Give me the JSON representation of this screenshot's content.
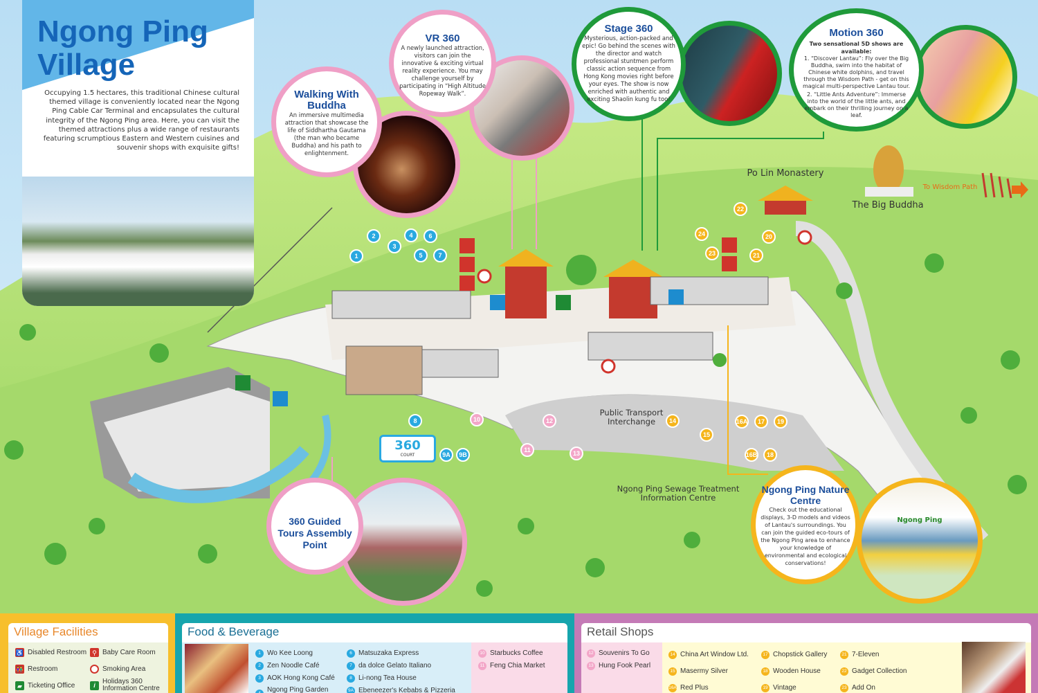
{
  "intro": {
    "title": "Ngong Ping Village",
    "text": "Occupying 1.5 hectares, this traditional Chinese cultural themed village is conveniently located near the Ngong Ping Cable Car Terminal and encapsulates the cultural integrity of the Ngong Ping area. Here, you can visit the themed attractions plus a wide range of restaurants featuring scrumptious Eastern and Western cuisines and souvenir shops with exquisite gifts!"
  },
  "attractions": {
    "walking": {
      "title": "Walking With Buddha",
      "text": "An immersive multimedia attraction that showcase the life of Siddhartha Gautama (the man who became Buddha) and his path to enlightenment."
    },
    "vr": {
      "title": "VR 360",
      "text": "A newly launched attraction, visitors can join the innovative & exciting virtual reality experience. You may challenge yourself by participating in “High Altitude Ropeway Walk”."
    },
    "stage": {
      "title": "Stage 360",
      "text": "Mysterious, action-packed and epic! Go behind the scenes with the director and watch professional stuntmen perform classic action sequence from Hong Kong movies right before your eyes. The show is now enriched with authentic and exciting Shaolin kung fu too!"
    },
    "motion": {
      "title": "Motion 360",
      "intro": "Two sensational 5D shows are available:",
      "item1": "1. “Discover Lantau”: Fly over the Big Buddha, swim into the habitat of Chinese white dolphins, and travel through the Wisdom Path - get on this magical multi-perspective Lantau tour.",
      "item2": "2. “Little Ants Adventure”: Immerse into the world of the little ants, and embark on their thrilling journey on a leaf."
    },
    "tours": {
      "title": "360 Guided Tours Assembly Point"
    },
    "nature": {
      "title": "Ngong Ping Nature Centre",
      "text": "Check out the educational displays, 3-D models and videos of Lantau's surroundings. You can join the guided eco-tours of the Ngong Ping area to enhance your knowledge of environmental and ecological conservations!",
      "photo_sign": "Ngong Ping"
    }
  },
  "labels": {
    "transport": "Public Transport Interchange",
    "sewage": "Ngong Ping Sewage Treatment Information Centre",
    "monastery": "Po Lin Monastery",
    "buddha": "The Big Buddha",
    "wisdom": "To Wisdom Path",
    "court": "360",
    "court_sub": "COURT"
  },
  "markers": {
    "food": [
      "1",
      "2",
      "3",
      "4",
      "5",
      "6",
      "7",
      "8",
      "9A",
      "9B"
    ],
    "pink": [
      "10",
      "11",
      "12",
      "13"
    ],
    "retail": [
      "14",
      "15",
      "16A",
      "16B",
      "17",
      "18",
      "19",
      "20",
      "21",
      "22",
      "23",
      "24"
    ]
  },
  "legend": {
    "facilities": {
      "title": "Village Facilities",
      "items": [
        "Disabled Restroom",
        "Baby Care Room",
        "Restroom",
        "Smoking Area",
        "Ticketing Office",
        "Holidays 360 Information Centre"
      ]
    },
    "food": {
      "title": "Food & Beverage",
      "items": [
        {
          "n": "1",
          "name": "Wo Kee Loong"
        },
        {
          "n": "2",
          "name": "Zen Noodle Café"
        },
        {
          "n": "3",
          "name": "AOK Hong Kong Café"
        },
        {
          "n": "4",
          "name": "Ngong Ping Garden Restaurant"
        },
        {
          "n": "6",
          "name": "Matsuzaka Express"
        },
        {
          "n": "7",
          "name": "da dolce Gelato Italiano"
        },
        {
          "n": "8",
          "name": "Li-nong Tea House"
        },
        {
          "n": "9A",
          "name": "Ebeneezer's Kebabs & Pizzeria"
        },
        {
          "n": "10",
          "name": "Starbucks Coffee"
        },
        {
          "n": "11",
          "name": "Feng Chia Market"
        }
      ]
    },
    "retail": {
      "title": "Retail Shops",
      "items": [
        {
          "n": "12",
          "name": "Souvenirs To Go"
        },
        {
          "n": "13",
          "name": "Hung Fook Pearl"
        },
        {
          "n": "14",
          "name": "China Art Window Ltd."
        },
        {
          "n": "15",
          "name": "Masermy Silver"
        },
        {
          "n": "16A",
          "name": "Red Plus"
        },
        {
          "n": "17",
          "name": "Chopstick Gallery"
        },
        {
          "n": "18",
          "name": "Wooden House"
        },
        {
          "n": "19",
          "name": "Vintage"
        },
        {
          "n": "21",
          "name": "7-Eleven"
        },
        {
          "n": "22",
          "name": "Gadget Collection"
        },
        {
          "n": "23",
          "name": "Add On"
        }
      ]
    }
  },
  "colors": {
    "food": "#29a9e0",
    "pink": "#f3a6c8",
    "retail": "#f5b51c",
    "title": "#1565b8"
  }
}
